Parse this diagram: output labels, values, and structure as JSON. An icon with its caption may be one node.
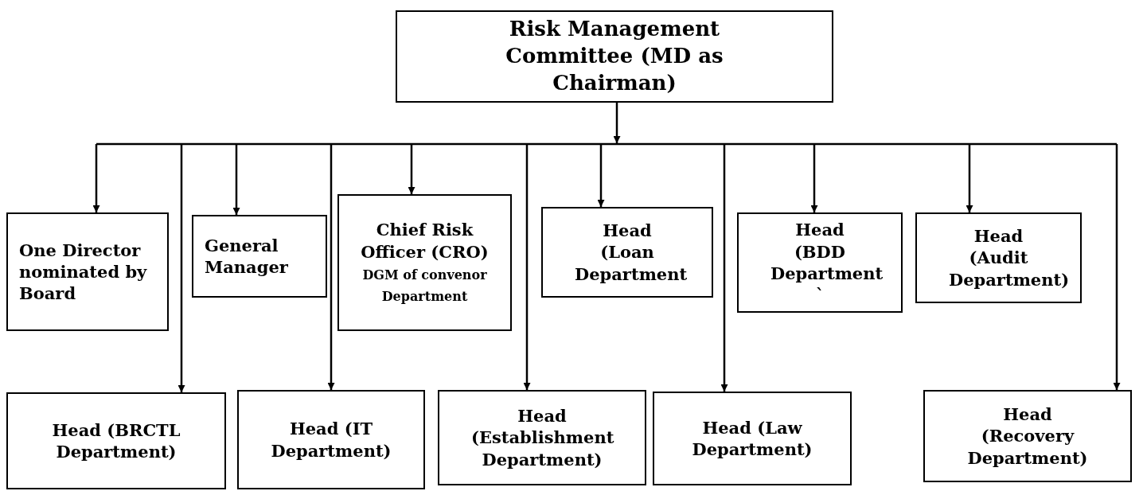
{
  "diagram": {
    "nodes": [
      {
        "text": [
          "Risk Management Committee (MD as Chairman)"
        ]
      },
      {
        "text": [
          "One Director nominated by Board"
        ]
      },
      {
        "text": [
          "General Manager"
        ]
      },
      {
        "text": [
          "Chief Risk Officer (CRO)",
          "DGM of convenor Department"
        ]
      },
      {
        "text": [
          "Head (Loan Department"
        ]
      },
      {
        "text": [
          "Head (BDD Department `"
        ]
      },
      {
        "text": [
          "Head (Audit Department)"
        ]
      },
      {
        "text": [
          "Head (BRCTL Department)"
        ]
      },
      {
        "text": [
          "Head (IT Department)"
        ]
      },
      {
        "text": [
          "Head (Establishment Department)"
        ]
      },
      {
        "text": [
          "Head (Law Department)"
        ]
      },
      {
        "text": [
          "Head (Recovery Department)"
        ]
      }
    ],
    "edges": [
      {
        "from": 0,
        "to": 1,
        "arrow": "to"
      },
      {
        "from": 0,
        "to": 2,
        "arrow": "to"
      },
      {
        "from": 0,
        "to": 3,
        "arrow": "to"
      },
      {
        "from": 0,
        "to": 4,
        "arrow": "to"
      },
      {
        "from": 0,
        "to": 5,
        "arrow": "to"
      },
      {
        "from": 0,
        "to": 6,
        "arrow": "to"
      },
      {
        "from": 0,
        "to": 7,
        "arrow": "to"
      },
      {
        "from": 0,
        "to": 8,
        "arrow": "to"
      },
      {
        "from": 0,
        "to": 9,
        "arrow": "to"
      },
      {
        "from": 0,
        "to": 10,
        "arrow": "to"
      },
      {
        "from": 0,
        "to": 11,
        "arrow": "to"
      }
    ]
  }
}
